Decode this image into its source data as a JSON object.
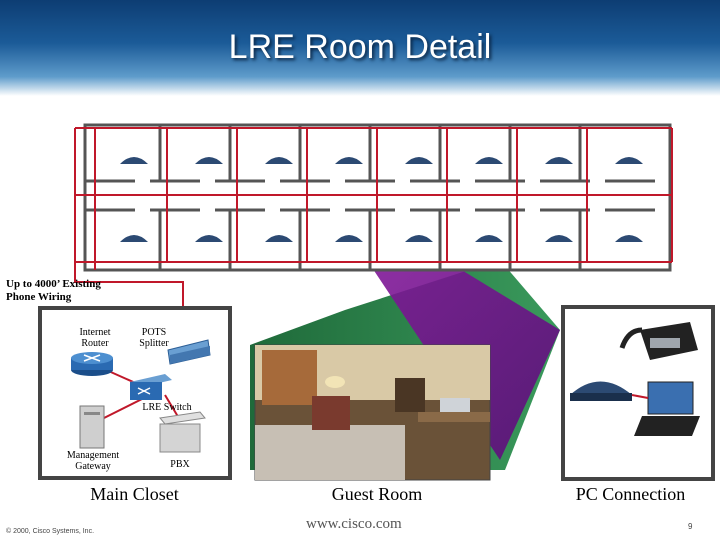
{
  "title": "LRE Room Detail",
  "labels": {
    "wiring": "Up to 4000’ Existing Phone Wiring",
    "internet_router": "Internet Router",
    "pots_splitter": "POTS Splitter",
    "lre_switch": "LRE Switch",
    "management_gateway": "Management Gateway",
    "pbx": "PBX"
  },
  "captions": {
    "main_closet": "Main Closet",
    "guest_room": "Guest Room",
    "pc_connection": "PC Connection"
  },
  "footer": {
    "copyright": "© 2000, Cisco Systems, Inc.",
    "website": "www.cisco.com",
    "page": "9"
  },
  "colors": {
    "header": "#1b5b98",
    "wiring": "#c0182a",
    "beam": "#8a1aa0",
    "panel_green": "#2e7d4a",
    "device_blue": "#2c4a73"
  }
}
